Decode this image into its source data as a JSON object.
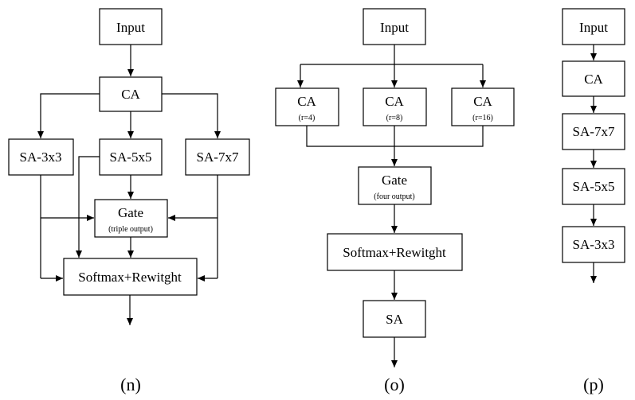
{
  "panel_n": {
    "input": "Input",
    "ca": "CA",
    "sa3": "SA-3x3",
    "sa5": "SA-5x5",
    "sa7": "SA-7x7",
    "gate": "Gate",
    "gate_sub": "(triple output)",
    "softmax": "Softmax+Rewitght",
    "caption": "(n)"
  },
  "panel_o": {
    "input": "Input",
    "ca1": "CA",
    "ca1_sub": "(r=4)",
    "ca2": "CA",
    "ca2_sub": "(r=8)",
    "ca3": "CA",
    "ca3_sub": "(r=16)",
    "gate": "Gate",
    "gate_sub": "(four output)",
    "softmax": "Softmax+Rewitght",
    "sa": "SA",
    "caption": "(o)"
  },
  "panel_p": {
    "input": "Input",
    "ca": "CA",
    "sa7": "SA-7x7",
    "sa5": "SA-5x5",
    "sa3": "SA-3x3",
    "caption": "(p)"
  }
}
